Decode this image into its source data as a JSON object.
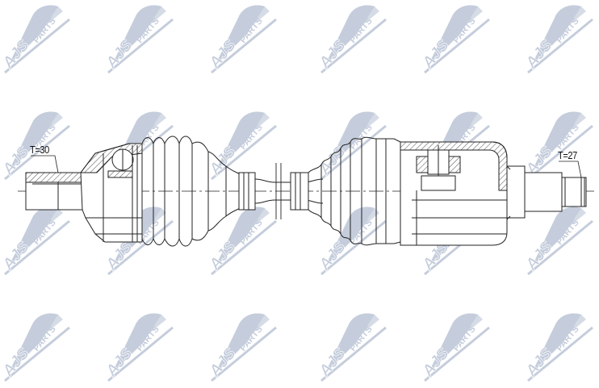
{
  "diagram": {
    "type": "technical-drawing",
    "subject": "CV drive shaft (axle) assembly",
    "labels": {
      "left_spline": "T=30",
      "right_spline": "T=27"
    },
    "line_color": "#222222",
    "background_color": "#ffffff"
  },
  "watermark": {
    "text_main": "AJS",
    "text_sub": "PARTS",
    "color": "#c5cddc",
    "grid": {
      "columns": [
        0,
        128,
        256,
        392,
        520,
        648
      ],
      "rows": [
        2,
        134,
        252,
        384
      ]
    }
  }
}
